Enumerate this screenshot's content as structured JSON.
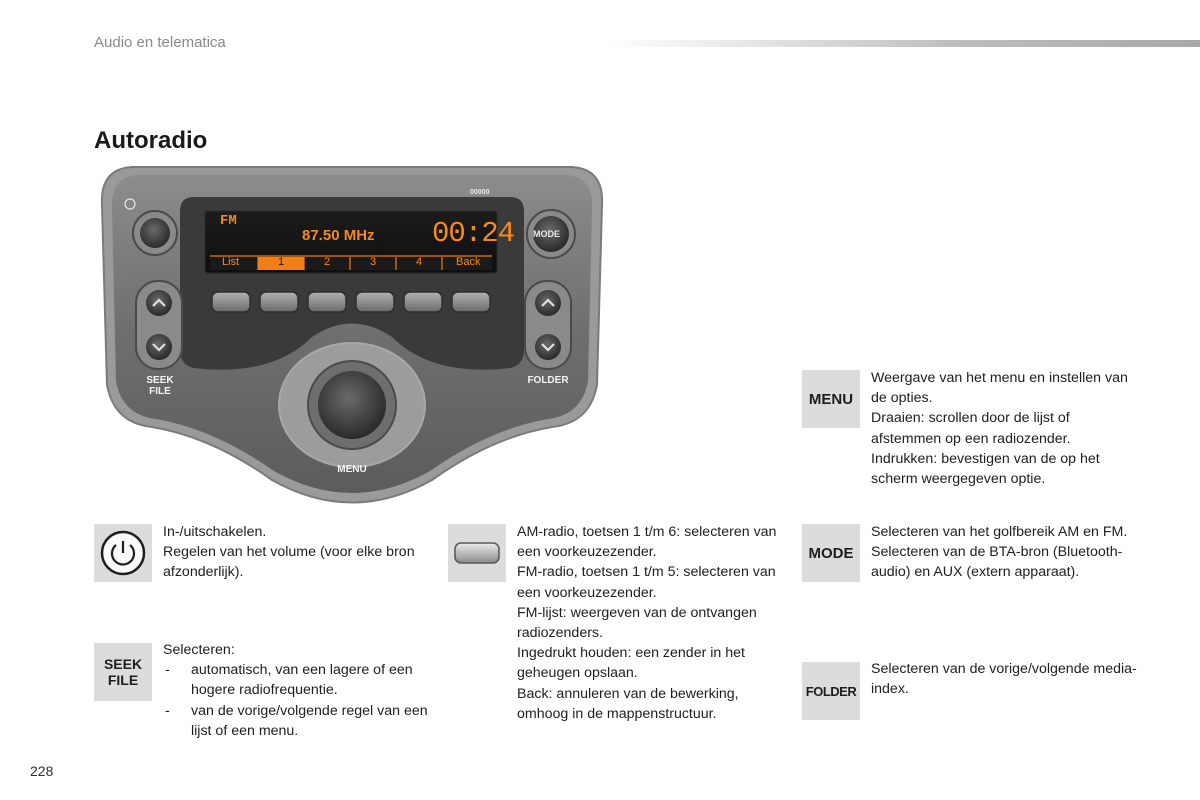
{
  "header": {
    "section": "Audio en telematica"
  },
  "title": "Autoradio",
  "radio": {
    "band": "FM",
    "frequency": "87.50 MHz",
    "clock": "00:24",
    "softkeys": [
      "List",
      "1",
      "2",
      "3",
      "4",
      "Back"
    ],
    "top_right_mark": "00000",
    "labels": {
      "mode": "MODE",
      "seek": "SEEK",
      "file": "FILE",
      "folder": "FOLDER",
      "menu": "MENU"
    }
  },
  "items": {
    "power": {
      "lines": [
        "In-/uitschakelen.",
        "Regelen van het volume (voor elke bron afzonderlijk)."
      ]
    },
    "seek_file": {
      "icon_label": [
        "SEEK",
        "FILE"
      ],
      "intro": "Selecteren:",
      "bullets": [
        "automatisch, van een lagere of een hogere radiofrequentie.",
        "van de vorige/volgende regel van een lijst of een menu."
      ]
    },
    "preset": {
      "lines": [
        "AM-radio, toetsen 1 t/m 6: selecteren van een voorkeuzezender.",
        "FM-radio, toetsen 1 t/m 5: selecteren van een voorkeuzezender.",
        "FM-lijst: weergeven van de ontvangen radiozenders.",
        "Ingedrukt houden: een zender in het geheugen opslaan.",
        "Back: annuleren van de bewerking, omhoog in de mappenstructuur."
      ]
    },
    "menu": {
      "icon_label": "MENU",
      "lines": [
        "Weergave van het menu en instellen van de opties.",
        "Draaien: scrollen door de lijst of afstemmen op een radiozender.",
        "Indrukken: bevestigen van de op het scherm weergegeven optie."
      ]
    },
    "mode": {
      "icon_label": "MODE",
      "lines": [
        "Selecteren van het golfbereik AM en FM.",
        "Selecteren van de BTA-bron (Bluetooth-audio) en AUX (extern apparaat)."
      ]
    },
    "folder": {
      "icon_label": "FOLDER",
      "lines": [
        "Selecteren van de vorige/volgende media-index."
      ]
    }
  },
  "page_number": "228"
}
